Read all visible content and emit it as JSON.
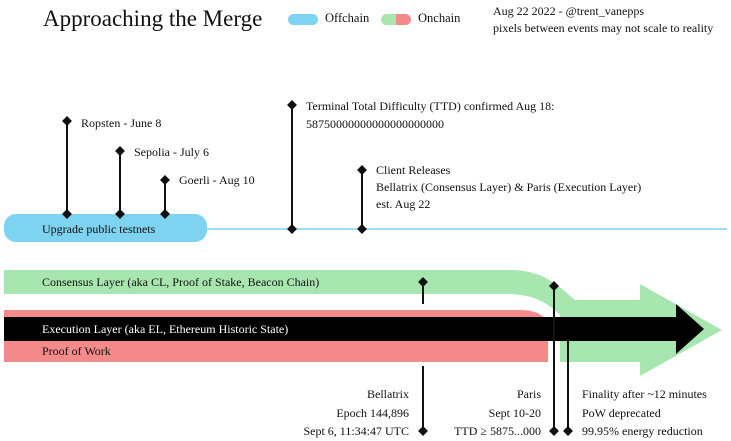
{
  "title": "Approaching the Merge",
  "legend": [
    {
      "label": "Offchain",
      "color": "#7dd3f0"
    },
    {
      "label": "Onchain",
      "color": "#a8e6b0",
      "color2": "#f58a8a"
    }
  ],
  "credit": {
    "line1": "Aug 22 2022 - @trent_vanepps",
    "line2": "pixels between events may not scale to reality"
  },
  "testnets": {
    "band_label": "Upgrade public testnets",
    "ropsten": "Ropsten - June 8",
    "sepolia": "Sepolia - July 6",
    "goerli": "Goerli - Aug 10"
  },
  "ttd": {
    "line1": "Terminal Total Difficulty (TTD) confirmed Aug 18:",
    "line2": "58750000000000000000000"
  },
  "client_releases": {
    "line1": "Client Releases",
    "line2": "Bellatrix (Consensus Layer) & Paris (Execution Layer)",
    "line3": "est. Aug 22"
  },
  "layers": {
    "consensus": "Consensus Layer (aka CL, Proof of Stake, Beacon Chain)",
    "execution": "Execution Layer (aka EL, Ethereum Historic State)",
    "pow": "Proof of Work"
  },
  "bellatrix": {
    "line1": "Bellatrix",
    "line2": "Epoch 144,896",
    "line3": "Sept 6, 11:34:47 UTC"
  },
  "paris": {
    "line1": "Paris",
    "line2": "Sept 10-20",
    "line3": "TTD ≥ 5875...000"
  },
  "finality": {
    "line1": "Finality after ~12 minutes",
    "line2": "PoW deprecated",
    "line3": "99.95% energy reduction"
  },
  "colors": {
    "offchain": "#7dd3f0",
    "consensus": "#a8e6b0",
    "pow": "#f58a8a",
    "execution": "#000000"
  }
}
